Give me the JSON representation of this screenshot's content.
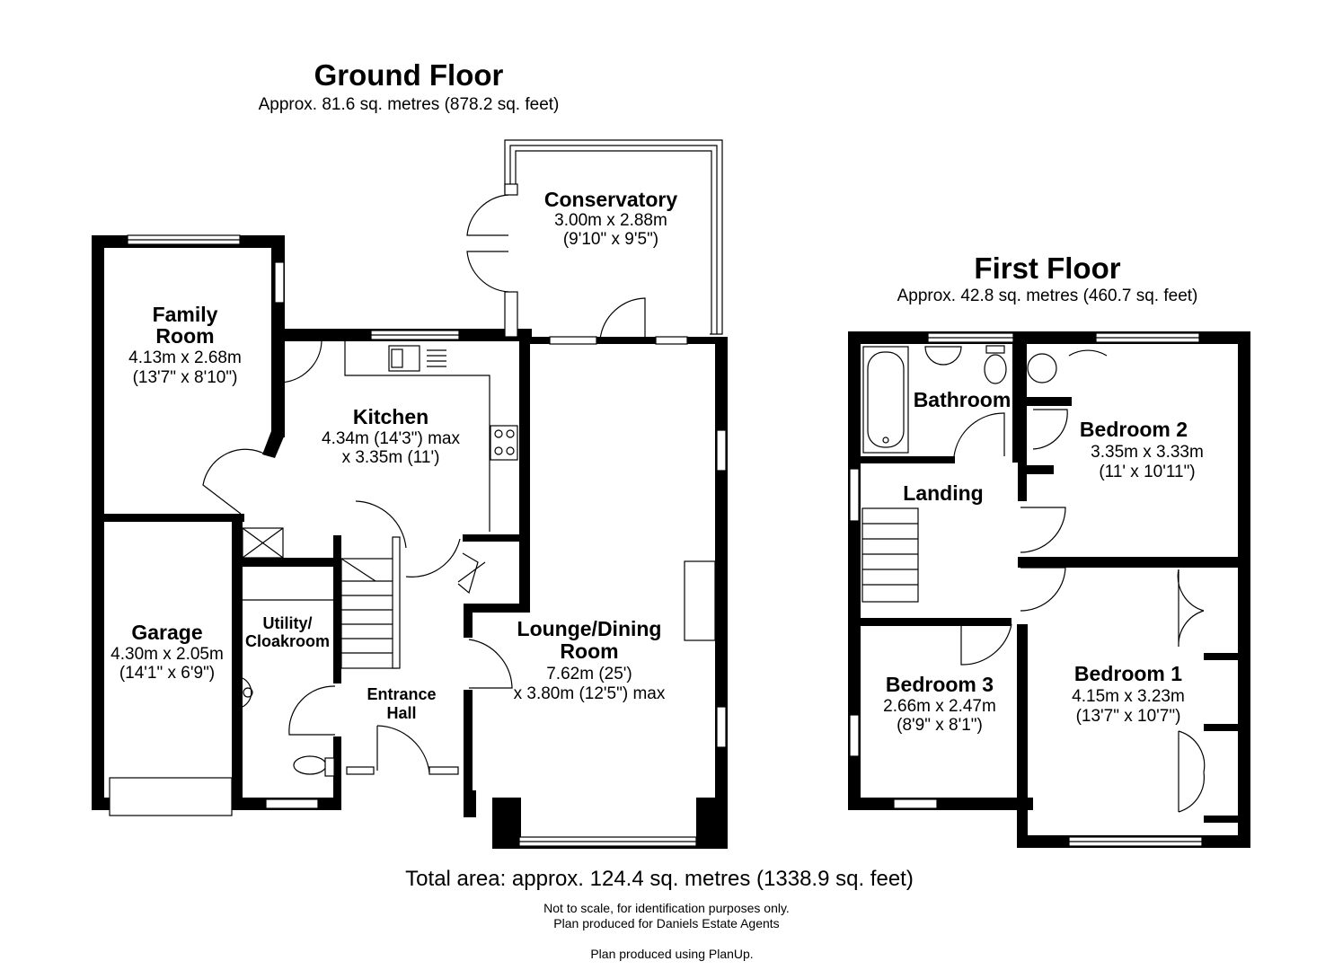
{
  "ground_floor": {
    "title": "Ground Floor",
    "area": "Approx. 81.6 sq. metres (878.2 sq. feet)",
    "rooms": {
      "conservatory": {
        "name": "Conservatory",
        "dim1": "3.00m x 2.88m",
        "dim2": "(9'10\" x 9'5\")"
      },
      "family_room": {
        "name1": "Family",
        "name2": "Room",
        "dim1": "4.13m x 2.68m",
        "dim2": "(13'7\" x 8'10\")"
      },
      "kitchen": {
        "name": "Kitchen",
        "dim1": "4.34m (14'3\") max",
        "dim2": "x 3.35m (11')"
      },
      "garage": {
        "name": "Garage",
        "dim1": "4.30m x 2.05m",
        "dim2": "(14'1\" x 6'9\")"
      },
      "utility": {
        "name1": "Utility/",
        "name2": "Cloakroom"
      },
      "entrance_hall": {
        "name1": "Entrance",
        "name2": "Hall"
      },
      "lounge": {
        "name1": "Lounge/Dining",
        "name2": "Room",
        "dim1": "7.62m (25')",
        "dim2": "x 3.80m (12'5\") max"
      }
    }
  },
  "first_floor": {
    "title": "First Floor",
    "area": "Approx. 42.8 sq. metres (460.7 sq. feet)",
    "rooms": {
      "bathroom": {
        "name": "Bathroom"
      },
      "bedroom2": {
        "name": "Bedroom 2",
        "dim1": "3.35m x 3.33m",
        "dim2": "(11' x 10'11\")"
      },
      "landing": {
        "name": "Landing"
      },
      "bedroom3": {
        "name": "Bedroom 3",
        "dim1": "2.66m x 2.47m",
        "dim2": "(8'9\" x 8'1\")"
      },
      "bedroom1": {
        "name": "Bedroom 1",
        "dim1": "4.15m x 3.23m",
        "dim2": "(13'7\" x 10'7\")"
      }
    }
  },
  "footer": {
    "total": "Total area: approx. 124.4 sq. metres (1338.9 sq. feet)",
    "note1": "Not to scale, for identification purposes only.",
    "note2": "Plan produced for Daniels Estate Agents",
    "note3": "Plan produced using PlanUp."
  }
}
